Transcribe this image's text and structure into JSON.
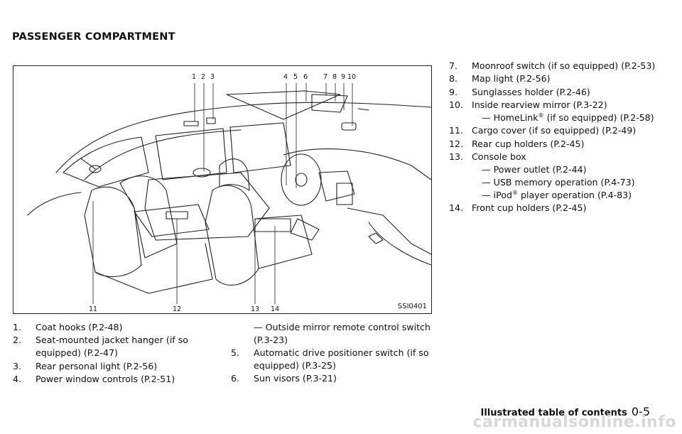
{
  "section_title": "PASSENGER COMPARTMENT",
  "figure": {
    "code": "SSI0401",
    "top_callouts": [
      "1",
      "2",
      "3",
      "4",
      "5",
      "6",
      "7",
      "8",
      "9",
      "10"
    ],
    "bottom_callouts": [
      "11",
      "12",
      "13",
      "14"
    ]
  },
  "col1": [
    {
      "num": "1.",
      "text": "Coat hooks (P.2-48)"
    },
    {
      "num": "2.",
      "text": "Seat-mounted jacket hanger (if so equipped) (P.2-47)"
    },
    {
      "num": "3.",
      "text": "Rear personal light (P.2-56)"
    },
    {
      "num": "4.",
      "text": "Power window controls (P.2-51)"
    }
  ],
  "col2": {
    "cont": "— Outside mirror remote control switch (P.3-23)",
    "items": [
      {
        "num": "5.",
        "text": "Automatic drive positioner switch (if so equipped) (P.3-25)"
      },
      {
        "num": "6.",
        "text": "Sun visors (P.3-21)"
      }
    ]
  },
  "col3": [
    {
      "num": "7.",
      "text": "Moonroof switch (if so equipped) (P.2-53)"
    },
    {
      "num": "8.",
      "text": "Map light (P.2-56)"
    },
    {
      "num": "9.",
      "text": "Sunglasses holder (P.2-46)"
    },
    {
      "num": "10.",
      "text": "Inside rearview mirror (P.3-22)"
    },
    {
      "num": "11.",
      "text": "Cargo cover (if so equipped) (P.2-49)"
    },
    {
      "num": "12.",
      "text": "Rear cup holders (P.2-45)"
    },
    {
      "num": "13.",
      "text": "Console box"
    },
    {
      "num": "14.",
      "text": "Front cup holders (P.2-45)"
    }
  ],
  "col3_subs": {
    "homelink_a": "— HomeLink",
    "homelink_reg": "®",
    "homelink_b": " (if so equipped) (P.2-58)",
    "power_outlet": "— Power outlet (P.2-44)",
    "usb": "— USB memory operation (P.4-73)",
    "ipod_a": "— iPod",
    "ipod_reg": "®",
    "ipod_b": " player operation (P.4-83)"
  },
  "footer": {
    "label": "Illustrated table of contents",
    "page": "0-5"
  },
  "watermark": "carmanualsonline.info"
}
